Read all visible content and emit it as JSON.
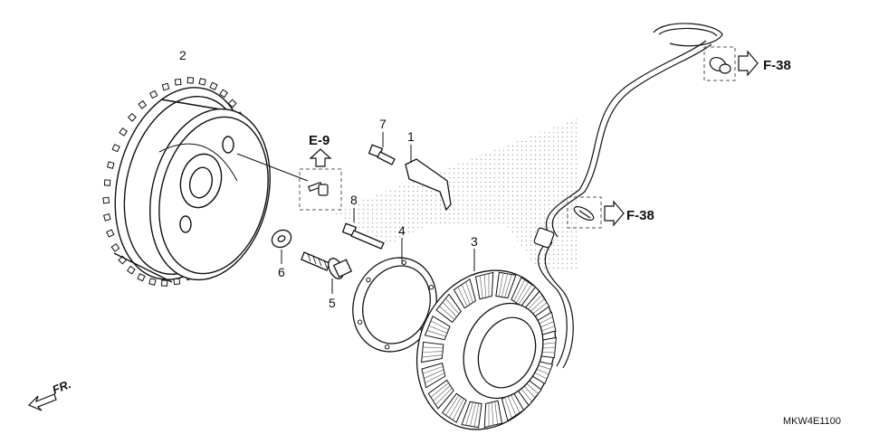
{
  "diagram": {
    "callouts": {
      "flywheel": "2",
      "stator": "3",
      "gasket": "4",
      "flange_bolt": "5",
      "washer": "6",
      "bolt_top": "7",
      "bolt_mid": "8",
      "bracket": "1"
    },
    "references": {
      "e9": "E-9",
      "f38_top": "F-38",
      "f38_mid": "F-38"
    },
    "drawing_code": "MKW4E1100",
    "direction_label": "FR."
  }
}
